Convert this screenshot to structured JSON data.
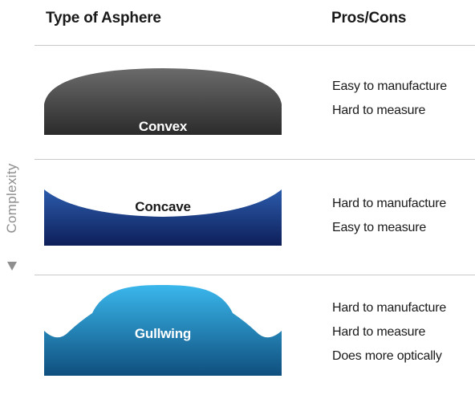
{
  "headers": {
    "type": "Type of Asphere",
    "pros": "Pros/Cons"
  },
  "side_label": "Complexity",
  "rows": [
    {
      "name": "Convex",
      "pros": [
        "Easy to manufacture",
        "Hard to measure"
      ]
    },
    {
      "name": "Concave",
      "pros": [
        "Hard to manufacture",
        "Easy to measure"
      ]
    },
    {
      "name": "Gullwing",
      "pros": [
        "Hard to manufacture",
        "Hard to measure",
        "Does more optically"
      ]
    }
  ],
  "colors": {
    "convex": [
      "#6b6b6b",
      "#2b2b2b"
    ],
    "concave": [
      "#2b5bab",
      "#0e1f5a"
    ],
    "gullwing": [
      "#3ab7ec",
      "#0f4f7e"
    ]
  }
}
